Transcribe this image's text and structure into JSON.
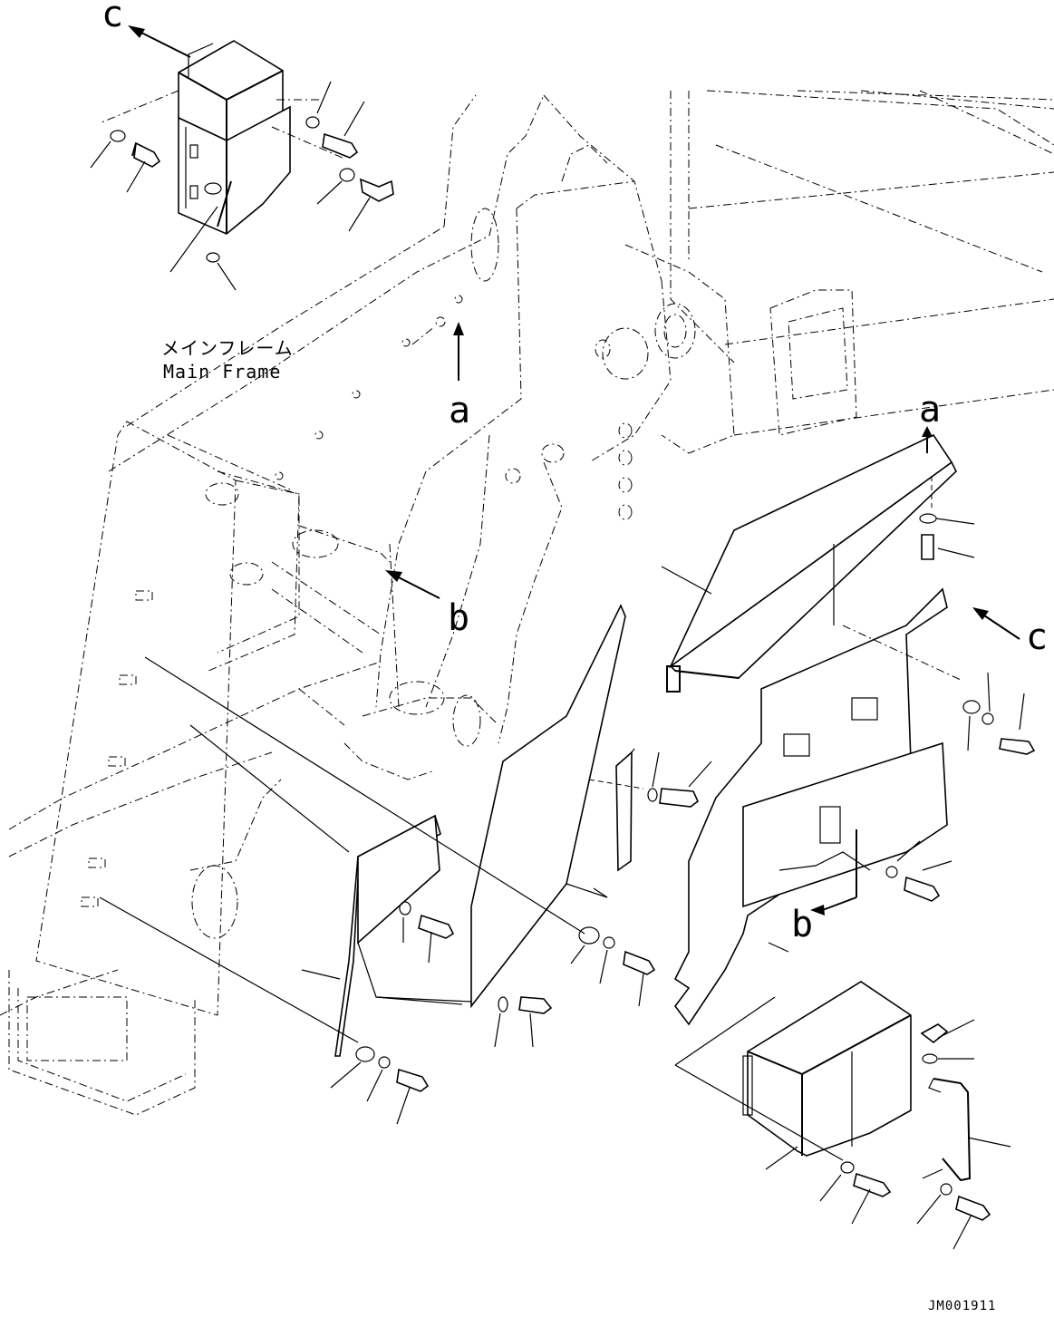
{
  "labels": {
    "main_frame_jp": "メインフレーム",
    "main_frame_en": "Main Frame",
    "view_c_top": "c",
    "view_a_left": "a",
    "view_b_left": "b",
    "view_a_right": "a",
    "view_c_right": "c",
    "view_b_right": "b",
    "ref_code": "JM001911"
  },
  "colors": {
    "line": "#000000",
    "background": "#ffffff"
  }
}
